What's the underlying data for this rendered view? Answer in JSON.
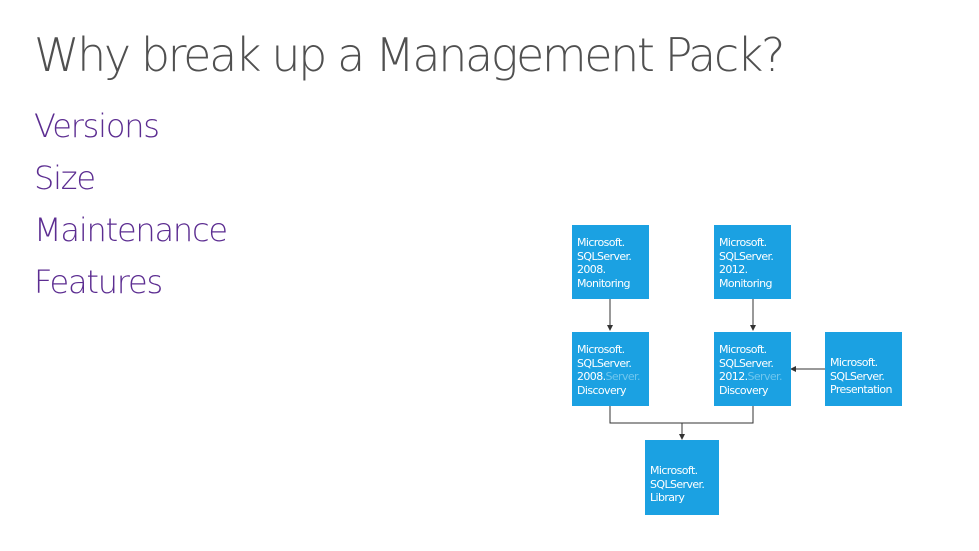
{
  "title": "Why break up a Management Pack?",
  "bullets": [
    "Versions",
    "Size",
    "Maintenance",
    "Features"
  ],
  "boxes": {
    "mon2008": {
      "l1": "Microsoft.",
      "l2": "SQLServer.",
      "l3": "2008.",
      "l4": "Monitoring"
    },
    "mon2012": {
      "l1": "Microsoft.",
      "l2": "SQLServer.",
      "l3": "2012.",
      "l4": "Monitoring"
    },
    "disc2008": {
      "l1": "Microsoft.",
      "l2": "SQLServer.",
      "l3a": "2008.",
      "l3b": "Server.",
      "l4": "Discovery"
    },
    "disc2012": {
      "l1": "Microsoft.",
      "l2": "SQLServer.",
      "l3a": "2012.",
      "l3b": "Server.",
      "l4": "Discovery"
    },
    "pres": {
      "l1": "Microsoft.",
      "l2": "SQLServer.",
      "l3": "Presentation"
    },
    "lib": {
      "l1": "Microsoft.",
      "l2": "SQLServer.",
      "l3": "Library"
    }
  },
  "colors": {
    "box_fill": "#1ba1e2",
    "box_text": "#ffffff",
    "title": "#505050",
    "bullets": "#5c2d91",
    "connector": "#333333"
  }
}
